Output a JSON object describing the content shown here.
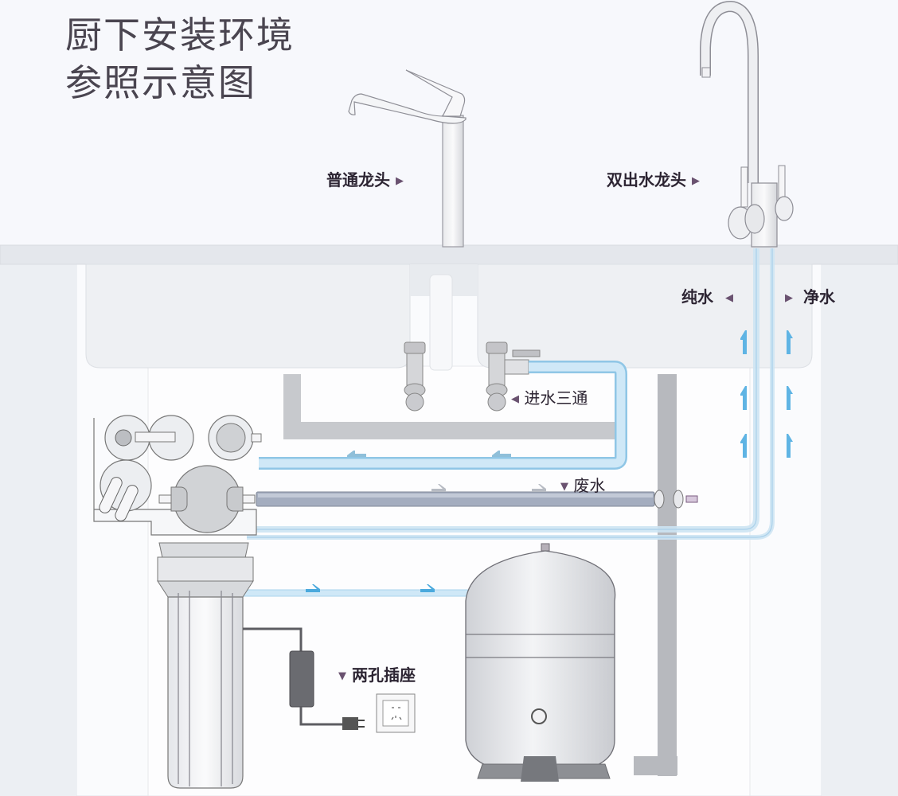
{
  "title": {
    "line1": "厨下安装环境",
    "line2": "参照示意图"
  },
  "labels": {
    "normal_faucet": "普通龙头",
    "dual_outlet_faucet": "双出水龙头",
    "pure_water": "纯水",
    "clean_water": "净水",
    "inlet_tee": "进水三通",
    "waste_water": "废水",
    "two_hole_socket": "两孔插座"
  },
  "markers": {
    "right": "▶",
    "left": "◀",
    "down": "▼"
  },
  "colors": {
    "background": "#f7f8fc",
    "counter": "#e6e9ee",
    "cabinet": "#eef1f5",
    "pipe_gray": "#b9bcc4",
    "drain_gray": "#a9acb3",
    "water_blue": "#7ec3ea",
    "water_blue_light": "#cfe8f7",
    "arrow_blue": "#4aa9dd",
    "waste_pipe": "#9ca6b8",
    "text_dark": "#2d2533",
    "marker": "#6a5270"
  }
}
